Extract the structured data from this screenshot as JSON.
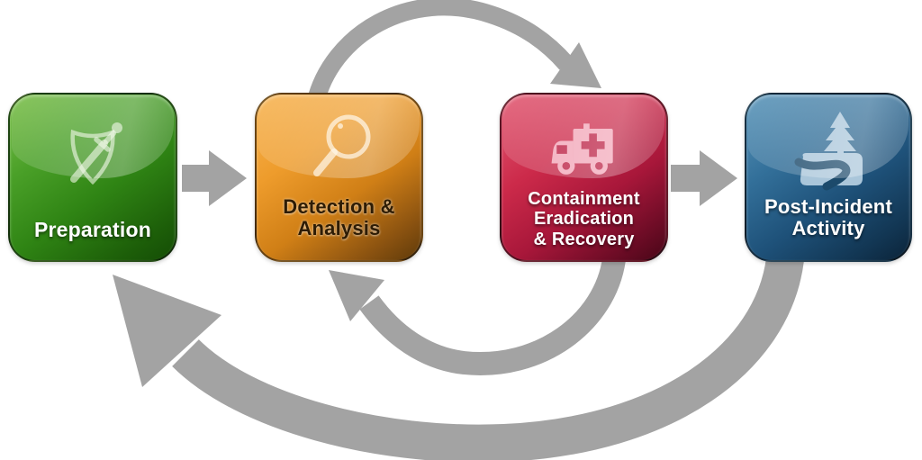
{
  "diagram": {
    "type": "flowchart",
    "background": "#ffffff",
    "stages": [
      {
        "id": "preparation",
        "label_lines": [
          "Preparation"
        ],
        "icon": "shield-sword-icon",
        "colors": {
          "top": "#7cc04a",
          "bottom": "#144c05",
          "icon": "rgba(235,245,225,0.62)"
        },
        "text_color": "#ffffff"
      },
      {
        "id": "detection-analysis",
        "label_lines": [
          "Detection &",
          "Analysis"
        ],
        "icon": "magnifier-icon",
        "colors": {
          "top": "#f7b452",
          "bottom": "#5e3a0a",
          "icon": "rgba(255,244,225,0.72)"
        },
        "text_color": "#2e1c04"
      },
      {
        "id": "containment-eradication-recovery",
        "label_lines": [
          "Containment",
          "Eradication",
          "& Recovery"
        ],
        "icon": "ambulance-icon",
        "colors": {
          "top": "#e25a73",
          "bottom": "#470617",
          "icon": "#f2a6b8",
          "icon_accent": "#bb1e42"
        },
        "text_color": "#ffffff"
      },
      {
        "id": "post-incident-activity",
        "label_lines": [
          "Post-Incident",
          "Activity"
        ],
        "icon": "road-tree-icon",
        "colors": {
          "top": "#5b96ba",
          "bottom": "#0b2338",
          "icon": "#aac6da",
          "icon_accent": "#1c4a6b"
        },
        "text_color": "#ffffff"
      }
    ],
    "arrows": {
      "color": "#a3a3a3",
      "items": [
        {
          "name": "arrow-preparation-to-detection",
          "type": "straight-right",
          "from": "preparation",
          "to": "detection-analysis"
        },
        {
          "name": "arrow-detection-to-containment-loop",
          "type": "arc-top",
          "from": "detection-analysis",
          "to": "containment-eradication-recovery"
        },
        {
          "name": "arrow-containment-to-detection-return",
          "type": "arc-return",
          "from": "containment-eradication-recovery",
          "to": "detection-analysis"
        },
        {
          "name": "arrow-containment-to-postincident",
          "type": "straight-right",
          "from": "containment-eradication-recovery",
          "to": "post-incident-activity"
        },
        {
          "name": "arrow-postincident-to-preparation",
          "type": "arc-bottom-large",
          "from": "post-incident-activity",
          "to": "preparation"
        }
      ]
    }
  }
}
